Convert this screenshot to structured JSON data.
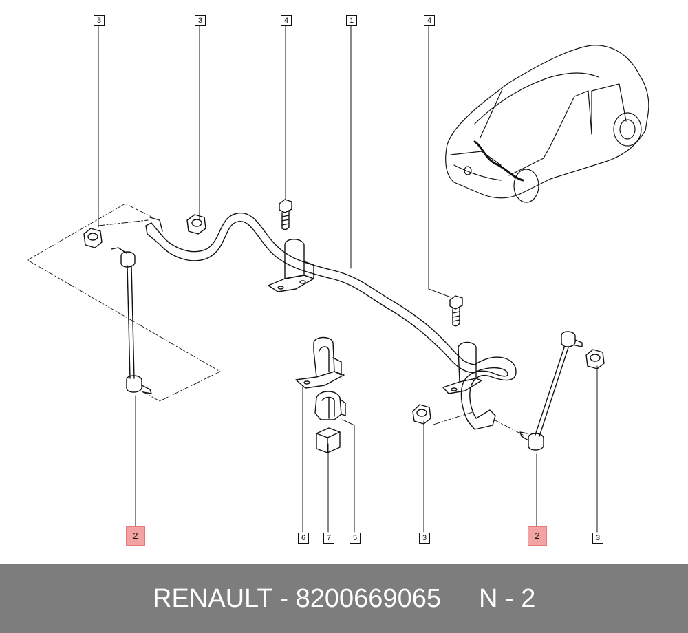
{
  "callouts": [
    {
      "id": "c-3-a",
      "label": "3"
    },
    {
      "id": "c-3-b",
      "label": "3"
    },
    {
      "id": "c-4-a",
      "label": "4"
    },
    {
      "id": "c-1",
      "label": "1"
    },
    {
      "id": "c-4-b",
      "label": "4"
    },
    {
      "id": "c-2-a",
      "label": "2"
    },
    {
      "id": "c-6",
      "label": "6"
    },
    {
      "id": "c-7",
      "label": "7"
    },
    {
      "id": "c-5",
      "label": "5"
    },
    {
      "id": "c-3-c",
      "label": "3"
    },
    {
      "id": "c-2-b",
      "label": "2"
    },
    {
      "id": "c-3-d",
      "label": "3"
    }
  ],
  "footer": {
    "part_text": "RENAULT - 8200669065",
    "page_text": "N - 2"
  },
  "colors": {
    "highlight_fill": "#f4a3a3",
    "footer_bg": "#7d7d7d",
    "line": "#111111"
  }
}
